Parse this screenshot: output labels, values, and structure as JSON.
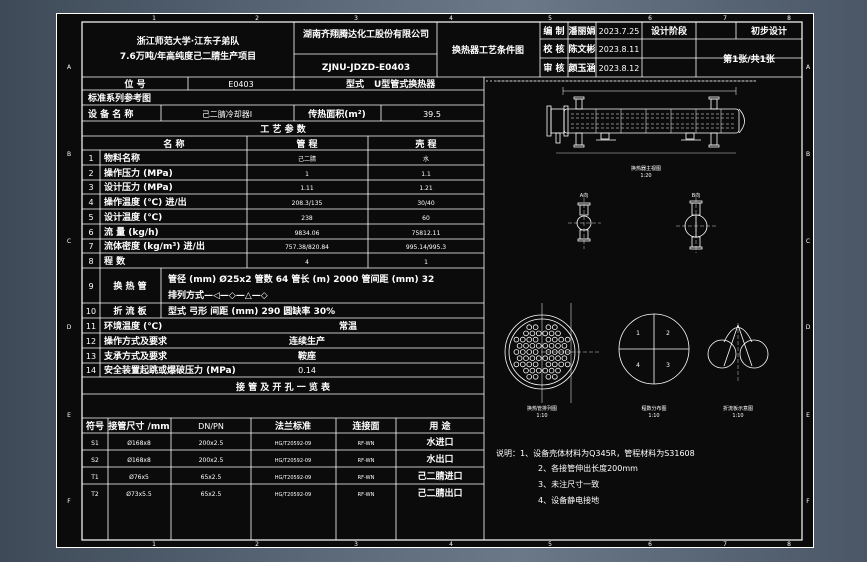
{
  "title_block": {
    "school": "浙江师范大学·江东子弟队",
    "project": "7.6万吨/年高纯度己二腈生产项目",
    "company": "湖南齐翔腾达化工股份有限公司",
    "drawing_no": "ZJNU-JDZD-E0403",
    "drawing_title": "换热器工艺条件图",
    "roles": [
      {
        "role": "编  制",
        "name": "潘丽娟",
        "date": "2023.7.25"
      },
      {
        "role": "校  核",
        "name": "陈文彬",
        "date": "2023.8.11"
      },
      {
        "role": "审  核",
        "name": "颜玉涵",
        "date": "2023.8.12"
      }
    ],
    "stage_label": "设计阶段",
    "stage_value": "初步设计",
    "sheet": "第1张/共1张"
  },
  "equipment": {
    "position_label": "位  号",
    "position_value": "E0403",
    "model_label": "型式",
    "model_value": "U型管式换热器",
    "standard_label": "标准系列参考图",
    "name_label": "设 备 名 称",
    "name_value": "己二腈冷却器Ⅰ",
    "area_label": "传热面积(m²)",
    "area_value": "39.5"
  },
  "process": {
    "section_title": "工 艺 参 数",
    "headers": [
      "名    称",
      "管    程",
      "壳    程"
    ],
    "rows": [
      {
        "no": "1",
        "name": "物料名称",
        "tube": "己二腈",
        "shell": "水"
      },
      {
        "no": "2",
        "name": "操作压力 (MPa)",
        "tube": "1",
        "shell": "1.1"
      },
      {
        "no": "3",
        "name": "设计压力 (MPa)",
        "tube": "1.11",
        "shell": "1.21"
      },
      {
        "no": "4",
        "name": "操作温度 (℃)  进/出",
        "tube": "208.3/135",
        "shell": "30/40"
      },
      {
        "no": "5",
        "name": "设计温度 (℃)",
        "tube": "238",
        "shell": "60"
      },
      {
        "no": "6",
        "name": "流  量  (kg/h)",
        "tube": "9834.06",
        "shell": "75812.11"
      },
      {
        "no": "7",
        "name": "流体密度 (kg/m³) 进/出",
        "tube": "757.38/820.84",
        "shell": "995.14/995.3"
      },
      {
        "no": "8",
        "name": "程  数",
        "tube": "4",
        "shell": "1"
      }
    ],
    "exchanger_row": {
      "no": "9",
      "label": "换 热 管",
      "line1": "管径 (mm) Ø25x2  管数 64  管长 (m) 2000  管间距 (mm) 32",
      "line2": "排列方式—◁—◇—△—◇"
    },
    "baffle_row": {
      "no": "10",
      "label": "折 流 板",
      "value": "型式 弓形   间距 (mm) 290     圆缺率 30%"
    },
    "env_row": {
      "no": "11",
      "label": "环境温度 (℃)",
      "value": "常温"
    },
    "mode_row": {
      "no": "12",
      "label": "操作方式及要求",
      "value": "连续生产"
    },
    "support_row": {
      "no": "13",
      "label": "支承方式及要求",
      "value": "鞍座"
    },
    "relief_row": {
      "no": "14",
      "label": "安全装置起跳或爆破压力 (MPa)",
      "value": "0.14"
    }
  },
  "nozzles": {
    "section_title": "接 管 及 开 孔 一 览 表",
    "headers": [
      "符号",
      "接管尺寸 /mm",
      "DN/PN",
      "法兰标准",
      "连接面",
      "用  途"
    ],
    "rows": [
      {
        "sym": "S1",
        "size": "Ø168x8",
        "pn": "200x2.5",
        "std": "HG/T20592-09",
        "face": "RF-WN",
        "use": "水进口"
      },
      {
        "sym": "S2",
        "size": "Ø168x8",
        "pn": "200x2.5",
        "std": "HG/T20592-09",
        "face": "RF-WN",
        "use": "水出口"
      },
      {
        "sym": "T1",
        "size": "Ø76x5",
        "pn": "65x2.5",
        "std": "HG/T20592-09",
        "face": "RF-WN",
        "use": "己二腈进口"
      },
      {
        "sym": "T2",
        "size": "Ø73x5.5",
        "pn": "65x2.5",
        "std": "HG/T20592-09",
        "face": "RF-WN",
        "use": "己二腈出口"
      }
    ]
  },
  "notes": [
    "说明：1、设备壳体材料为Q345R，管程材料为S31608",
    "2、各接管伸出长度200mm",
    "3、未注尺寸一致",
    "4、设备静电接地"
  ],
  "views": {
    "main_label": "换热器主视图",
    "main_scale": "1:20",
    "a_label": "A向",
    "b_label": "B向",
    "tube_layout_label": "换热管排列图",
    "tube_layout_scale": "1:10",
    "pass_label": "程数分布图",
    "pass_scale": "1:10",
    "baffle_label": "折流板示意图",
    "baffle_scale": "1:10"
  },
  "border": {
    "cols": [
      "1",
      "2",
      "3",
      "4",
      "5",
      "6",
      "7",
      "8"
    ],
    "rows": [
      "A",
      "B",
      "C",
      "D",
      "E",
      "F"
    ]
  }
}
